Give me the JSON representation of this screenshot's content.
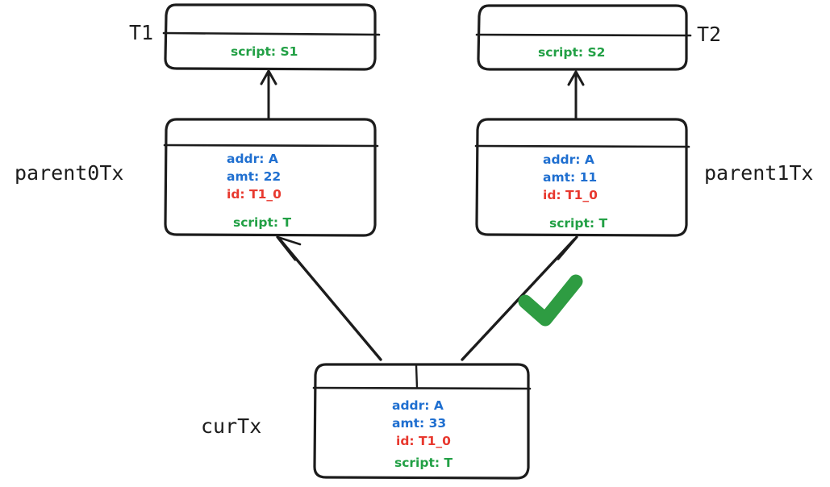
{
  "diagram": {
    "title": "Transaction parent/child script validation diagram",
    "colors": {
      "stroke": "#1c1c1c",
      "addr_amt": "#1f6fd0",
      "id": "#e8392f",
      "script": "#22a045",
      "check": "#2e9c42",
      "background": "#ffffff"
    },
    "nodes": {
      "t1": {
        "external_label": "T1",
        "script": "script: S1"
      },
      "t2": {
        "external_label": "T2",
        "script": "script: S2"
      },
      "parent0": {
        "external_label": "parent0Tx",
        "addr": "addr: A",
        "amt": "amt: 22",
        "id": "id: T1_0",
        "script": "script: T"
      },
      "parent1": {
        "external_label": "parent1Tx",
        "addr": "addr: A",
        "amt": "amt: 11",
        "id": "id: T1_0",
        "script": "script: T"
      },
      "cur": {
        "external_label": "curTx",
        "addr": "addr: A",
        "amt": "amt: 33",
        "id": "id: T1_0",
        "script": "script: T"
      }
    },
    "annotations": {
      "check_mark": "✓"
    },
    "edges": [
      {
        "name": "parent0-to-t1",
        "from": "parent0Tx",
        "to": "T1"
      },
      {
        "name": "parent1-to-t2",
        "from": "parent1Tx",
        "to": "T2"
      },
      {
        "name": "curtx-to-parent0",
        "from": "curTx",
        "to": "parent0Tx"
      },
      {
        "name": "curtx-to-parent1",
        "from": "curTx",
        "to": "parent1Tx"
      }
    ]
  }
}
